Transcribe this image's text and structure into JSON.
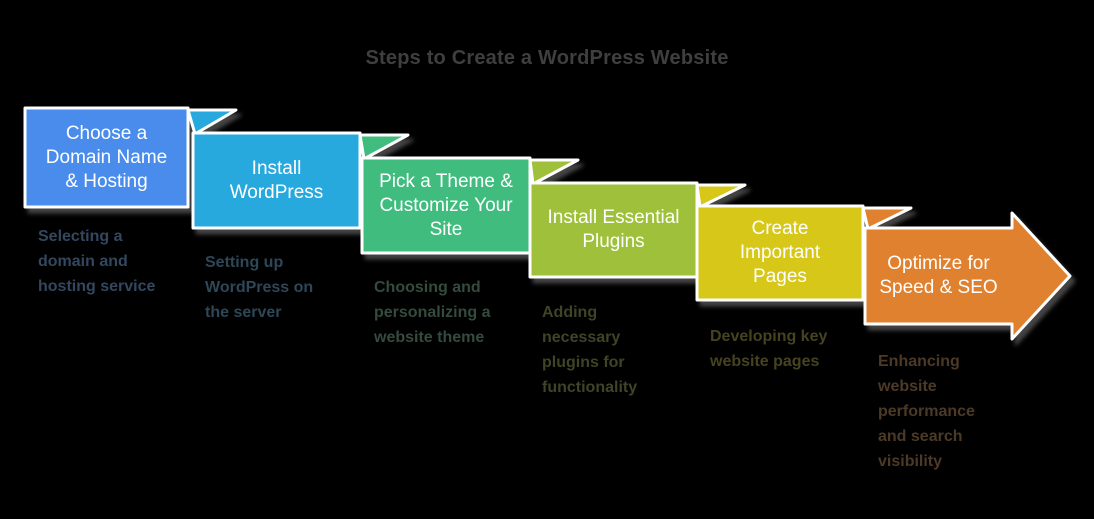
{
  "title": "Steps to Create a WordPress Website",
  "title_color": "#3f3f3f",
  "background_color": "#000000",
  "steps": [
    {
      "label": "Choose a\nDomain Name\n& Hosting",
      "description": "Selecting a\ndomain and\nhosting service",
      "color": "#4a8ceb",
      "desc_color": "#33475f"
    },
    {
      "label": "Install\nWordPress",
      "description": "Setting up\nWordPress on\nthe server",
      "color": "#27a9de",
      "desc_color": "#2e4757"
    },
    {
      "label": "Pick a Theme &\nCustomize Your\nSite",
      "description": "Choosing and\npersonalizing a\nwebsite theme",
      "color": "#40bc7e",
      "desc_color": "#344b3e"
    },
    {
      "label": "Install Essential\nPlugins",
      "description": "Adding\nnecessary\nplugins for\nfunctionality",
      "color": "#9ec03a",
      "desc_color": "#3e4526"
    },
    {
      "label": "Create\nImportant\nPages",
      "description": "Developing key\nwebsite pages",
      "color": "#d6c718",
      "desc_color": "#454320"
    },
    {
      "label": "Optimize for\nSpeed & SEO",
      "description": "Enhancing\nwebsite\nperformance\nand search\nvisibility",
      "color": "#e0812f",
      "desc_color": "#4c3a27"
    }
  ]
}
